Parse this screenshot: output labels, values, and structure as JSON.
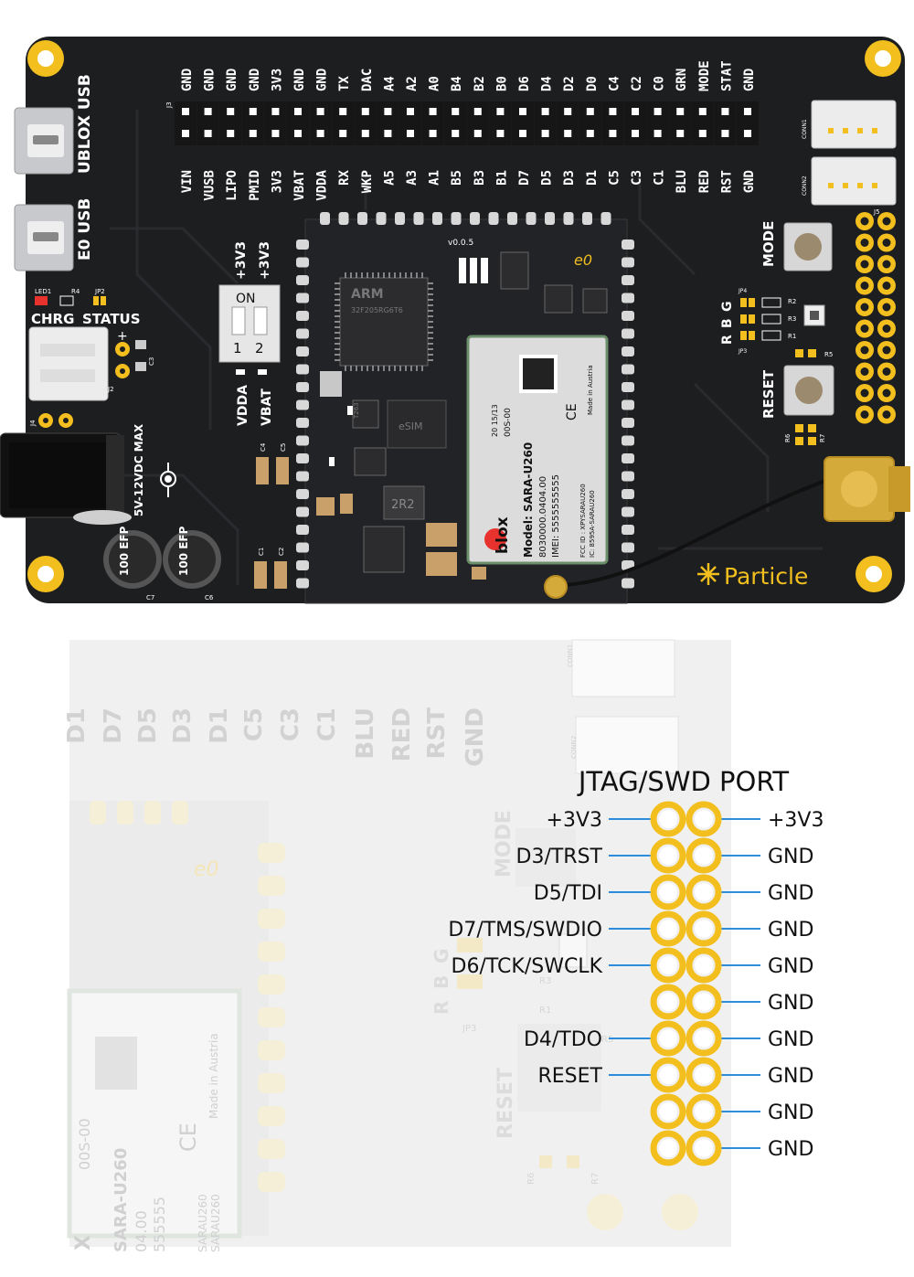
{
  "board": {
    "header_top_labels": [
      "GND",
      "GND",
      "GND",
      "GND",
      "3V3",
      "GND",
      "GND",
      "TX",
      "DAC",
      "A4",
      "A2",
      "A0",
      "B4",
      "B2",
      "B0",
      "D6",
      "D4",
      "D2",
      "D0",
      "C4",
      "C2",
      "C0",
      "GRN",
      "MODE",
      "STAT",
      "GND"
    ],
    "header_bottom_labels": [
      "VIN",
      "VUSB",
      "LIPO",
      "PMID",
      "3V3",
      "VBAT",
      "VDDA",
      "RX",
      "WKP",
      "A5",
      "A3",
      "A1",
      "B5",
      "B3",
      "B1",
      "D7",
      "D5",
      "D3",
      "D1",
      "C5",
      "C3",
      "C1",
      "BLU",
      "RED",
      "RST",
      "GND"
    ],
    "header_ref": "J3",
    "usb1_label": "UBLOX USB",
    "usb2_label": "E0 USB",
    "led_labels": [
      "LED1",
      "R4",
      "JP2"
    ],
    "chrg_label": "CHRG",
    "status_label": "STATUS",
    "j2_label": "J2",
    "c3_label": "C3",
    "j4_label": "J4",
    "power_label": "5V-12VDC MAX",
    "cap1_text": "100 EFP",
    "cap2_text": "100 EFP",
    "c7": "C7",
    "c6": "C6",
    "switch_top_labels": [
      "+3V3",
      "+3V3"
    ],
    "switch_on": "ON",
    "switch_numbers": [
      "1",
      "2"
    ],
    "switch_bottom_labels": [
      "VDDA",
      "VBAT"
    ],
    "c4": "C4",
    "c5": "C5",
    "c1": "C1",
    "c2": "C2",
    "version": "v0.0.5",
    "e0": "e0",
    "mcu_brand": "ARM",
    "mcu_part": "32F205RG6T6",
    "esim": "eSIM",
    "inductor": "2R2",
    "t263": "T263",
    "module": {
      "brand": "blox",
      "model": "Model: SARA-U260",
      "part": "8030000.0404.00",
      "imei": "IMEI: 5555555555",
      "date": "20 15/13",
      "code": "00S-00",
      "fcc": "FCC ID : XPYSARAU260",
      "ic": "IC: 8595A-SARAU260",
      "made": "Made in Austria",
      "ce": "CE"
    },
    "conn1": "CONN1",
    "conn2": "CONN2",
    "j5": "J5",
    "mode_label": "MODE",
    "rgb_letters": [
      "R",
      "B",
      "G"
    ],
    "jp4": "JP4",
    "jp3": "JP3",
    "r2": "R2",
    "r3": "R3",
    "r1": "R1",
    "r5": "R5",
    "r6": "R6",
    "r7": "R7",
    "reset_label": "RESET",
    "brand": "Particle"
  },
  "detail": {
    "bg_labels": [
      "D1",
      "D7",
      "D5",
      "D3",
      "D1",
      "C5",
      "C3",
      "C1",
      "BLU",
      "RED",
      "RST",
      "GND"
    ],
    "title": "JTAG/SWD PORT",
    "left_pins": [
      "+3V3",
      "D3/TRST",
      "D5/TDI",
      "D7/TMS/SWDIO",
      "D6/TCK/SWCLK",
      "",
      "D4/TDO",
      "RESET",
      "",
      ""
    ],
    "right_pins": [
      "+3V3",
      "GND",
      "GND",
      "GND",
      "GND",
      "GND",
      "GND",
      "GND",
      "GND",
      "GND"
    ],
    "bg_conn1": "CONN1",
    "bg_conn2": "CONN2",
    "bg_mode": "MODE",
    "bg_reset": "RESET",
    "bg_e0": "e0",
    "bg_rgb": [
      "R",
      "B",
      "G"
    ],
    "bg_jp3": "JP3",
    "bg_r3": "R3",
    "bg_r1": "R1",
    "bg_r5": "R5",
    "bg_r6": "R6",
    "bg_r7": "R7",
    "bg_module": [
      "00S-00",
      "SARA-U260",
      "04.00",
      "555555",
      "SARAU260",
      "SARAU260",
      "Made in Austria",
      "CE",
      "X"
    ]
  },
  "colors": {
    "pcb": "#1d1e20",
    "pad_gold": "#f2bf1f",
    "line_blue": "#2a8cdc",
    "silk": "#ffffff"
  }
}
